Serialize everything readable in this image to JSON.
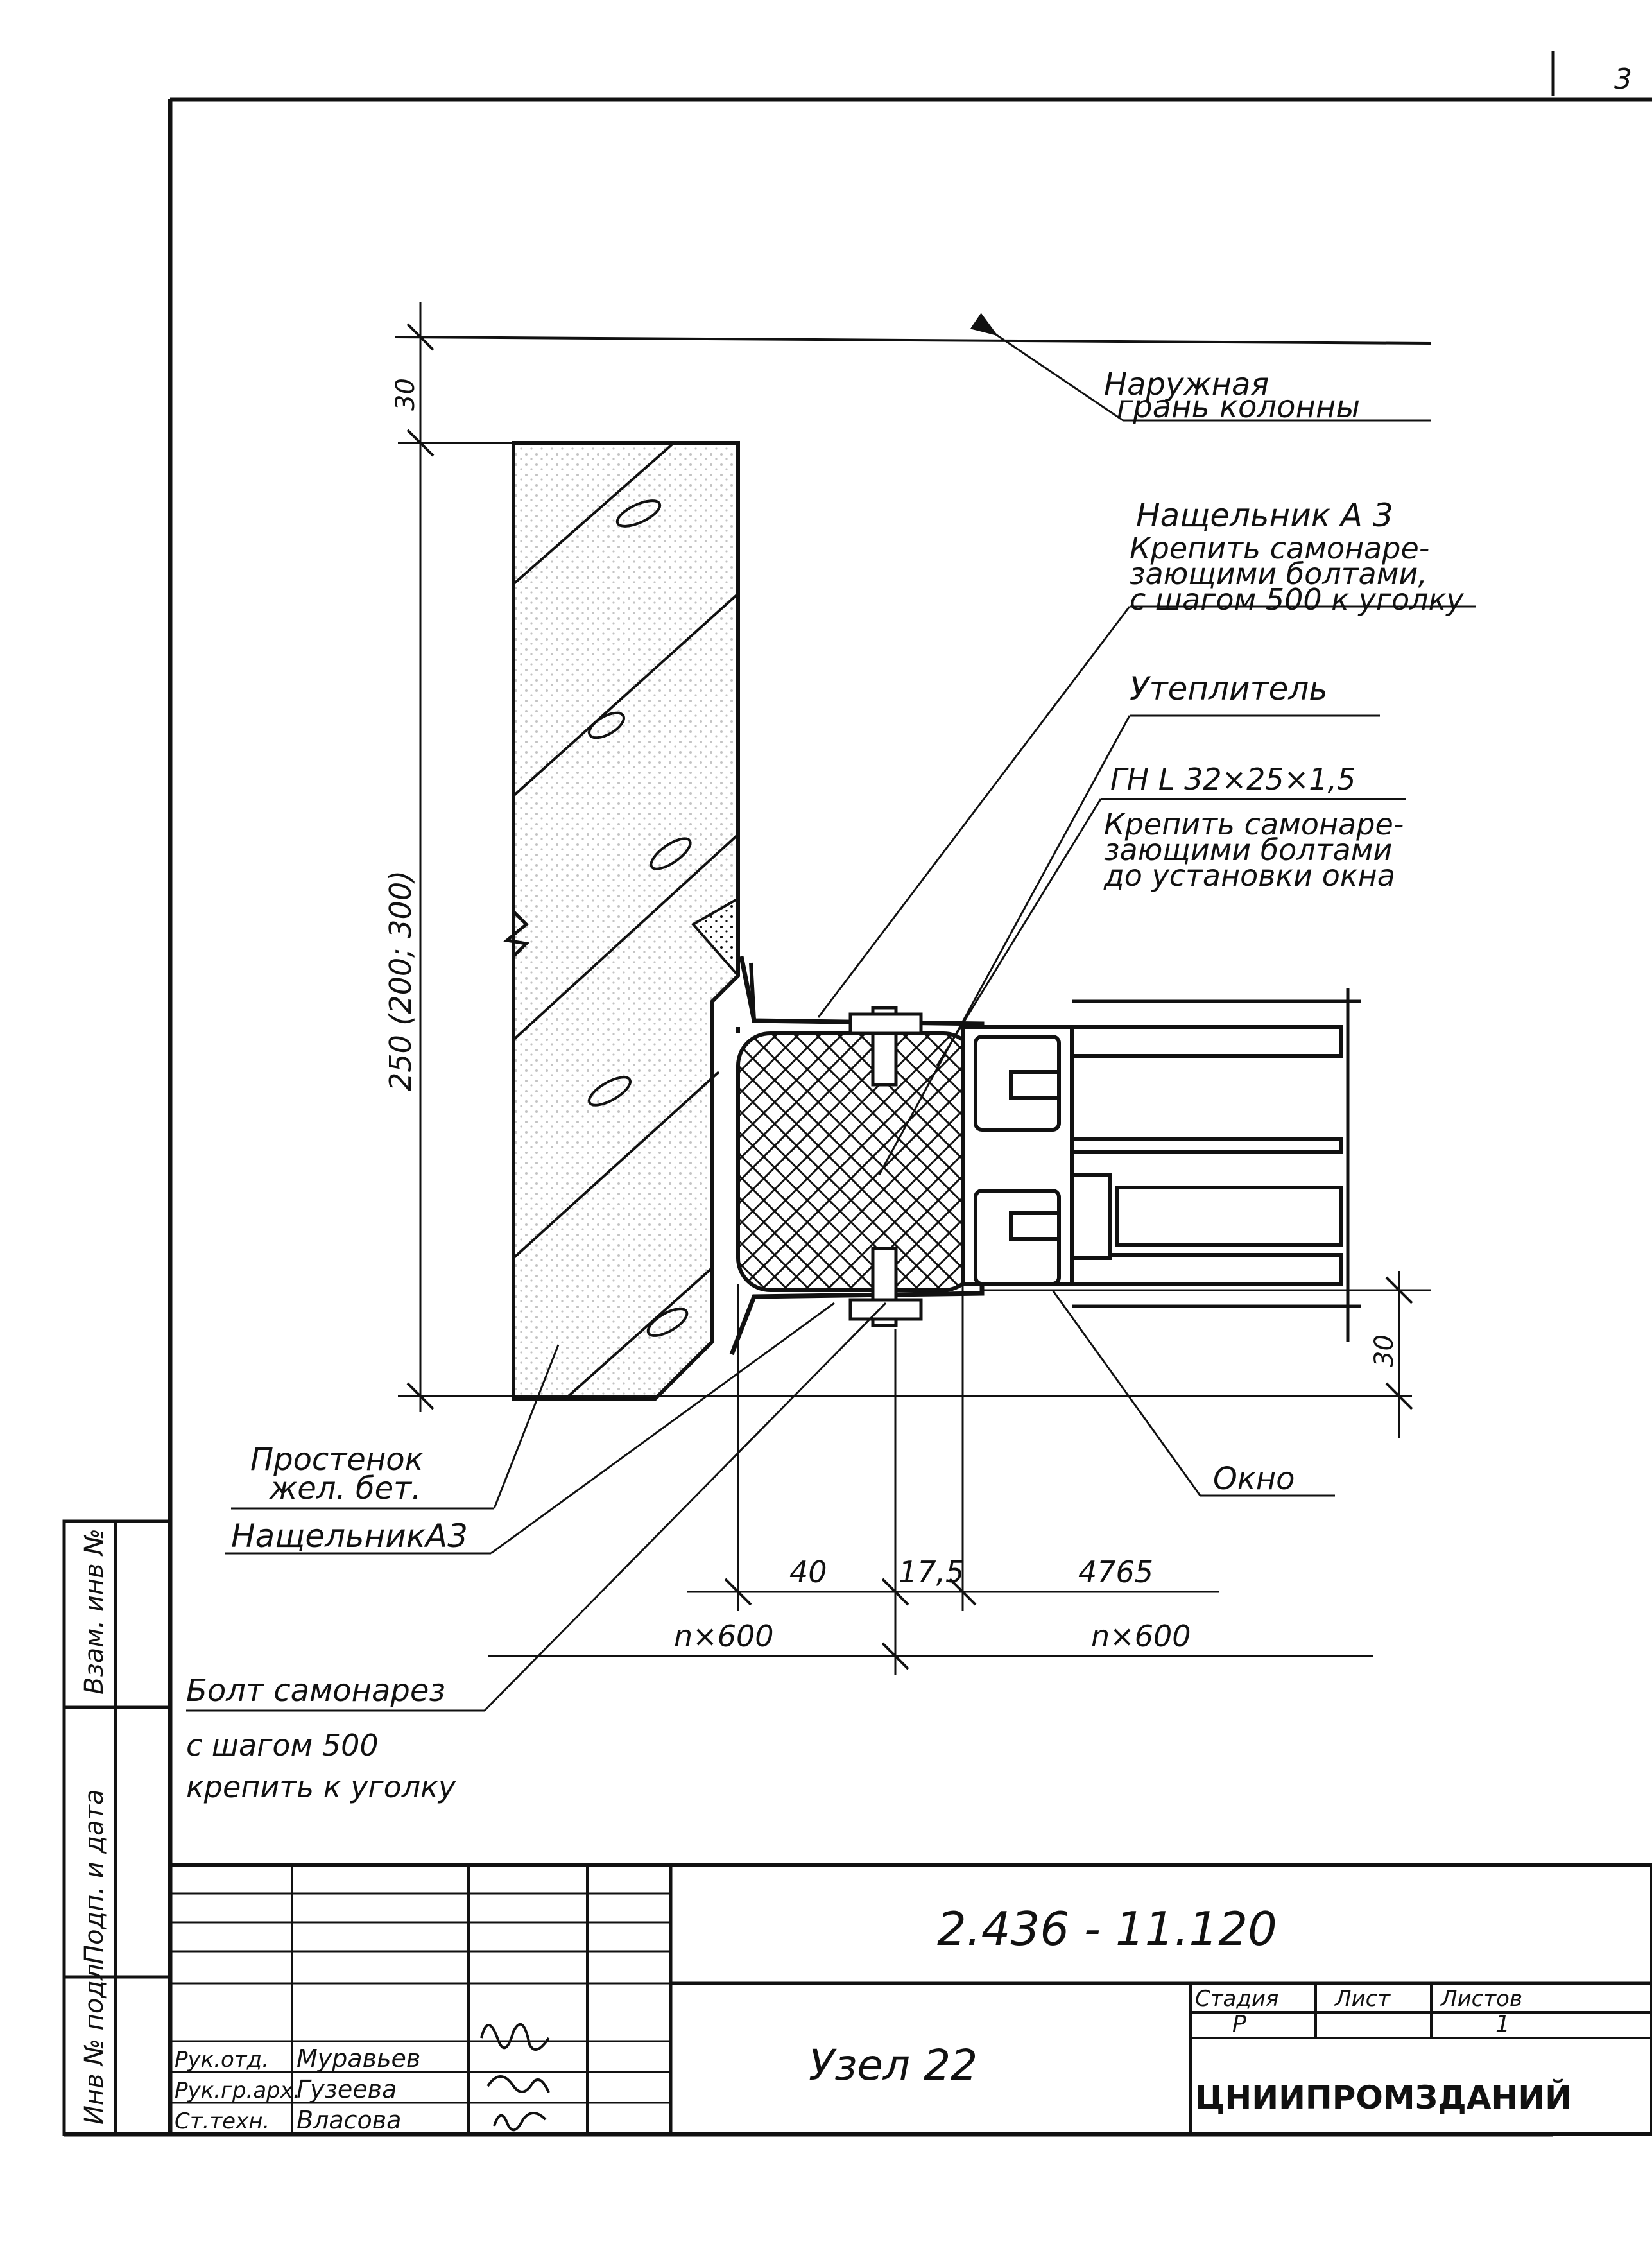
{
  "page_number": "3",
  "labels": {
    "outer_face": [
      "Наружная",
      "грань колонны"
    ],
    "flashing_top": [
      "Нащельник А 3",
      "Крепить самонаре-",
      "зающими болтами,",
      "с шагом 500 к уголку"
    ],
    "insulation": "Утеплитель",
    "angle": [
      "ГН L 32×25×1,5",
      "Крепить самонаре-",
      "зающими болтами",
      "до установки окна"
    ],
    "pier": [
      "Простенок",
      "жел. бет."
    ],
    "flashing_bottom": "НащельникА3",
    "window": "Окно",
    "bolt": [
      "Болт самонарез",
      "с шагом 500",
      "крепить к уголку"
    ]
  },
  "dimensions": {
    "top_offset": "30",
    "wall": "250 (200; 300)",
    "right_offset": "30",
    "d40": "40",
    "d175": "17,5",
    "d4765": "4765",
    "n600_left": "n×600",
    "n600_right": "n×600"
  },
  "side_stamp": [
    "Инв № подл",
    "Подп. и дата",
    "Взам. инв №"
  ],
  "title_block": {
    "doc_code": "2.436 - 11.120",
    "title": "Узел 22",
    "organization": "ЦНИИПРОМЗДАНИЙ",
    "stage_header": "Стадия",
    "sheet_header": "Лист",
    "sheets_header": "Листов",
    "stage": "Р",
    "sheets": "1",
    "roles": [
      "Рук.отд.",
      "Рук.гр.арх.",
      "Ст.техн."
    ],
    "names": [
      "Муравьев",
      "Гузеева",
      "Власова"
    ]
  }
}
